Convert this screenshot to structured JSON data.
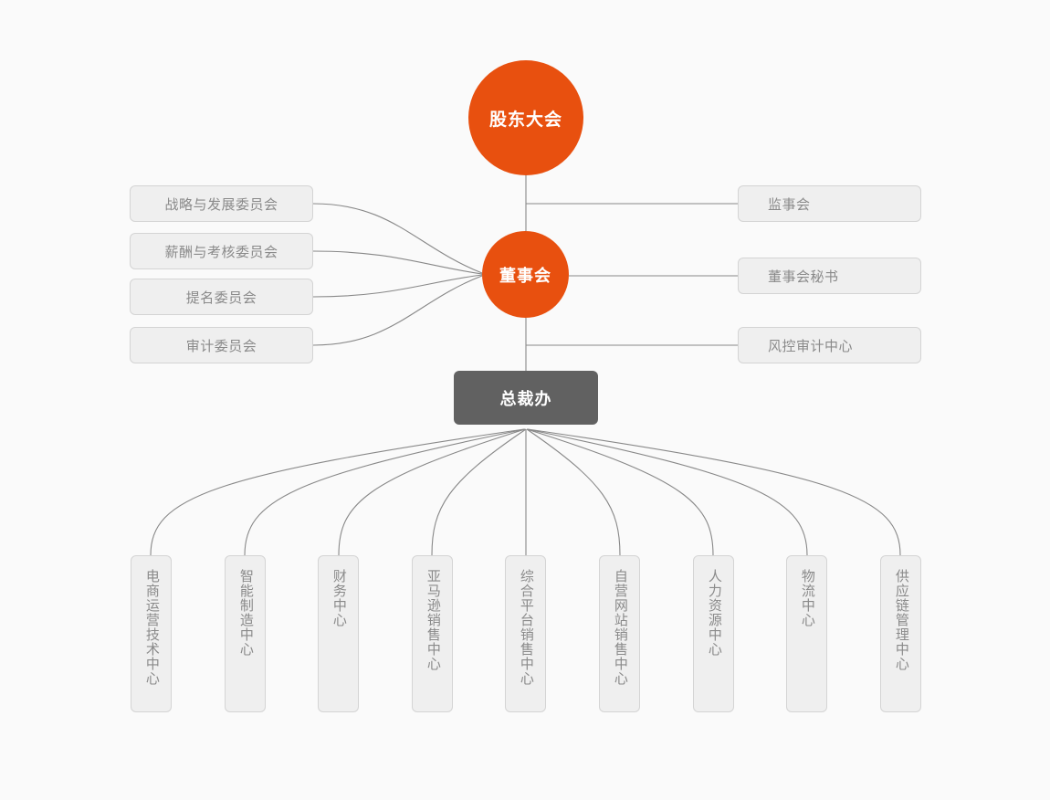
{
  "diagram": {
    "title_node": {
      "label": "股东大会"
    },
    "board_node": {
      "label": "董事会"
    },
    "office_node": {
      "label": "总裁办"
    },
    "colors": {
      "accent_orange": "#e8500f",
      "dark_gray": "#616161",
      "box_fill": "#efefef",
      "box_border": "#d4d4d4",
      "background": "#fafafa",
      "connector": "#888888",
      "box_text": "#8a8a8a"
    },
    "left_committees": [
      {
        "label": "战略与发展委员会"
      },
      {
        "label": "薪酬与考核委员会"
      },
      {
        "label": "提名委员会"
      },
      {
        "label": "审计委员会"
      }
    ],
    "right_units": [
      {
        "label": "监事会"
      },
      {
        "label": "董事会秘书"
      },
      {
        "label": "风控审计中心"
      }
    ],
    "departments": [
      {
        "label": "电商运营技术中心"
      },
      {
        "label": "智能制造中心"
      },
      {
        "label": "财务中心"
      },
      {
        "label": "亚马逊销售中心"
      },
      {
        "label": "综合平台销售中心"
      },
      {
        "label": "自营网站销售中心"
      },
      {
        "label": "人力资源中心"
      },
      {
        "label": "物流中心"
      },
      {
        "label": "供应链管理中心"
      }
    ]
  }
}
